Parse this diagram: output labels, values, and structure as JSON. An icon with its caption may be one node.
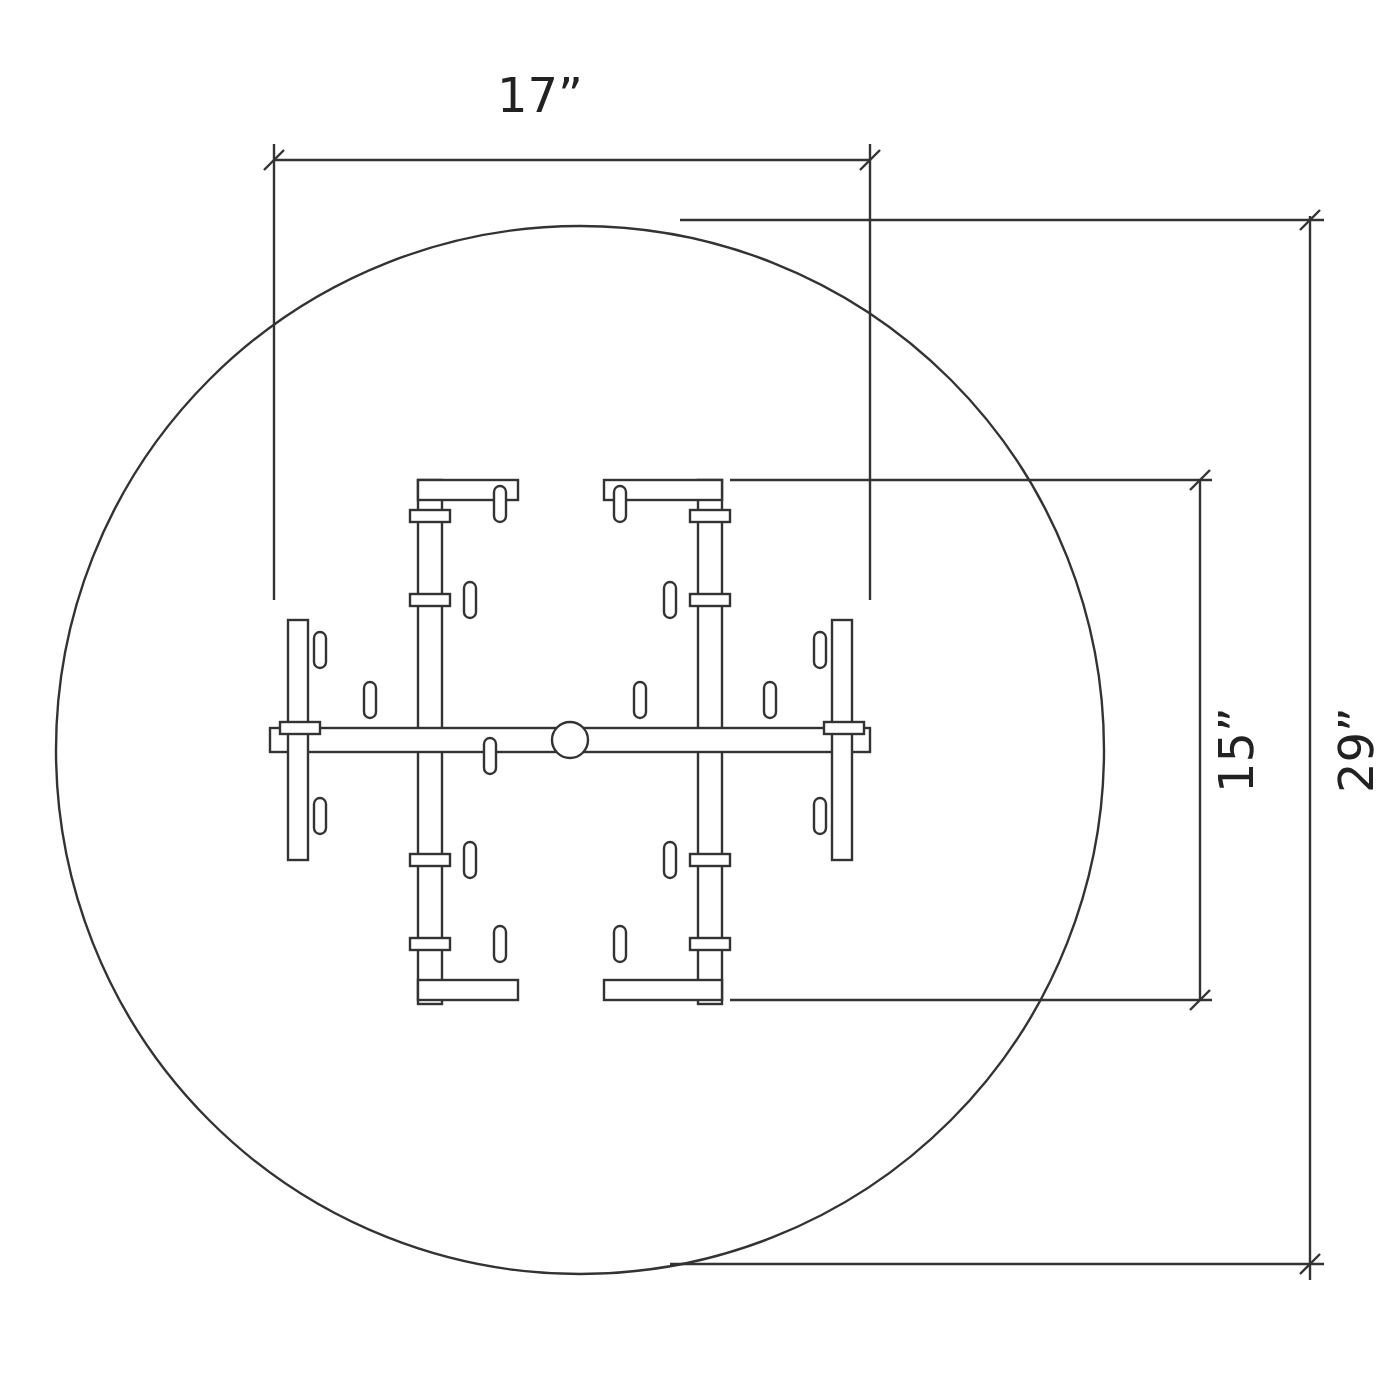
{
  "diagram": {
    "labels": [
      "17”",
      "15”",
      "29”"
    ]
  }
}
